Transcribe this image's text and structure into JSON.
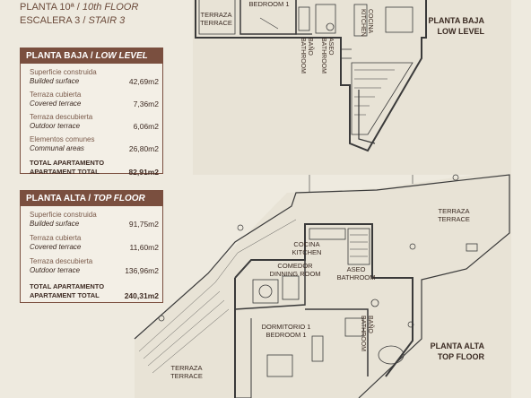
{
  "header": {
    "floor_es": "PLANTA 10ª / ",
    "floor_en": "10th FLOOR",
    "stair_es": "ESCALERA 3 / ",
    "stair_en": "STAIR 3"
  },
  "low_panel": {
    "title_es": "PLANTA BAJA / ",
    "title_en": "LOW LEVEL",
    "rows": [
      {
        "es": "Superficie construida",
        "en": "Builded surface",
        "value": "42,69m2"
      },
      {
        "es": "Terraza cubierta",
        "en": "Covered terrace",
        "value": "7,36m2"
      },
      {
        "es": "Terraza descubierta",
        "en": "Outdoor terrace",
        "value": "6,06m2"
      },
      {
        "es": "Elementos comunes",
        "en": "Communal areas",
        "value": "26,80m2"
      }
    ],
    "total": {
      "es": "TOTAL APARTAMENTO",
      "en": "APARTAMENT TOTAL",
      "value": "82,91m2"
    }
  },
  "top_panel": {
    "title_es": "PLANTA ALTA / ",
    "title_en": "TOP FLOOR",
    "rows": [
      {
        "es": "Superficie construida",
        "en": "Builded surface",
        "value": "91,75m2"
      },
      {
        "es": "Terraza cubierta",
        "en": "Covered terrace",
        "value": "11,60m2"
      },
      {
        "es": "Terraza descubierta",
        "en": "Outdoor terrace",
        "value": "136,96m2"
      }
    ],
    "total": {
      "es": "TOTAL APARTAMENTO",
      "en": "APARTAMENT TOTAL",
      "value": "240,31m2"
    }
  },
  "plan_low": {
    "terrace": [
      "TERRAZA",
      "TERRACE"
    ],
    "bedroom": "BEDROOM 1",
    "bath": [
      "BAÑO",
      "BATHROOM"
    ],
    "aseo": [
      "ASEO",
      "BATHROOM"
    ],
    "kitchen": [
      "COCINA",
      "KITCHEN"
    ],
    "name": [
      "PLANTA BAJA",
      "LOW LEVEL"
    ]
  },
  "plan_top": {
    "terrace_top": [
      "TERRAZA",
      "TERRACE"
    ],
    "kitchen": [
      "COCINA",
      "KITCHEN"
    ],
    "dining": [
      "COMEDOR",
      "DINNING ROOM"
    ],
    "aseo": [
      "ASEO",
      "BATHROOM"
    ],
    "bedroom": [
      "DORMITORIO 1",
      "BEDROOM 1"
    ],
    "bath": [
      "BAÑO",
      "BATHROOM"
    ],
    "terrace_bottom": [
      "TERRAZA",
      "TERRACE"
    ],
    "name": [
      "PLANTA ALTA",
      "TOP FLOOR"
    ]
  }
}
